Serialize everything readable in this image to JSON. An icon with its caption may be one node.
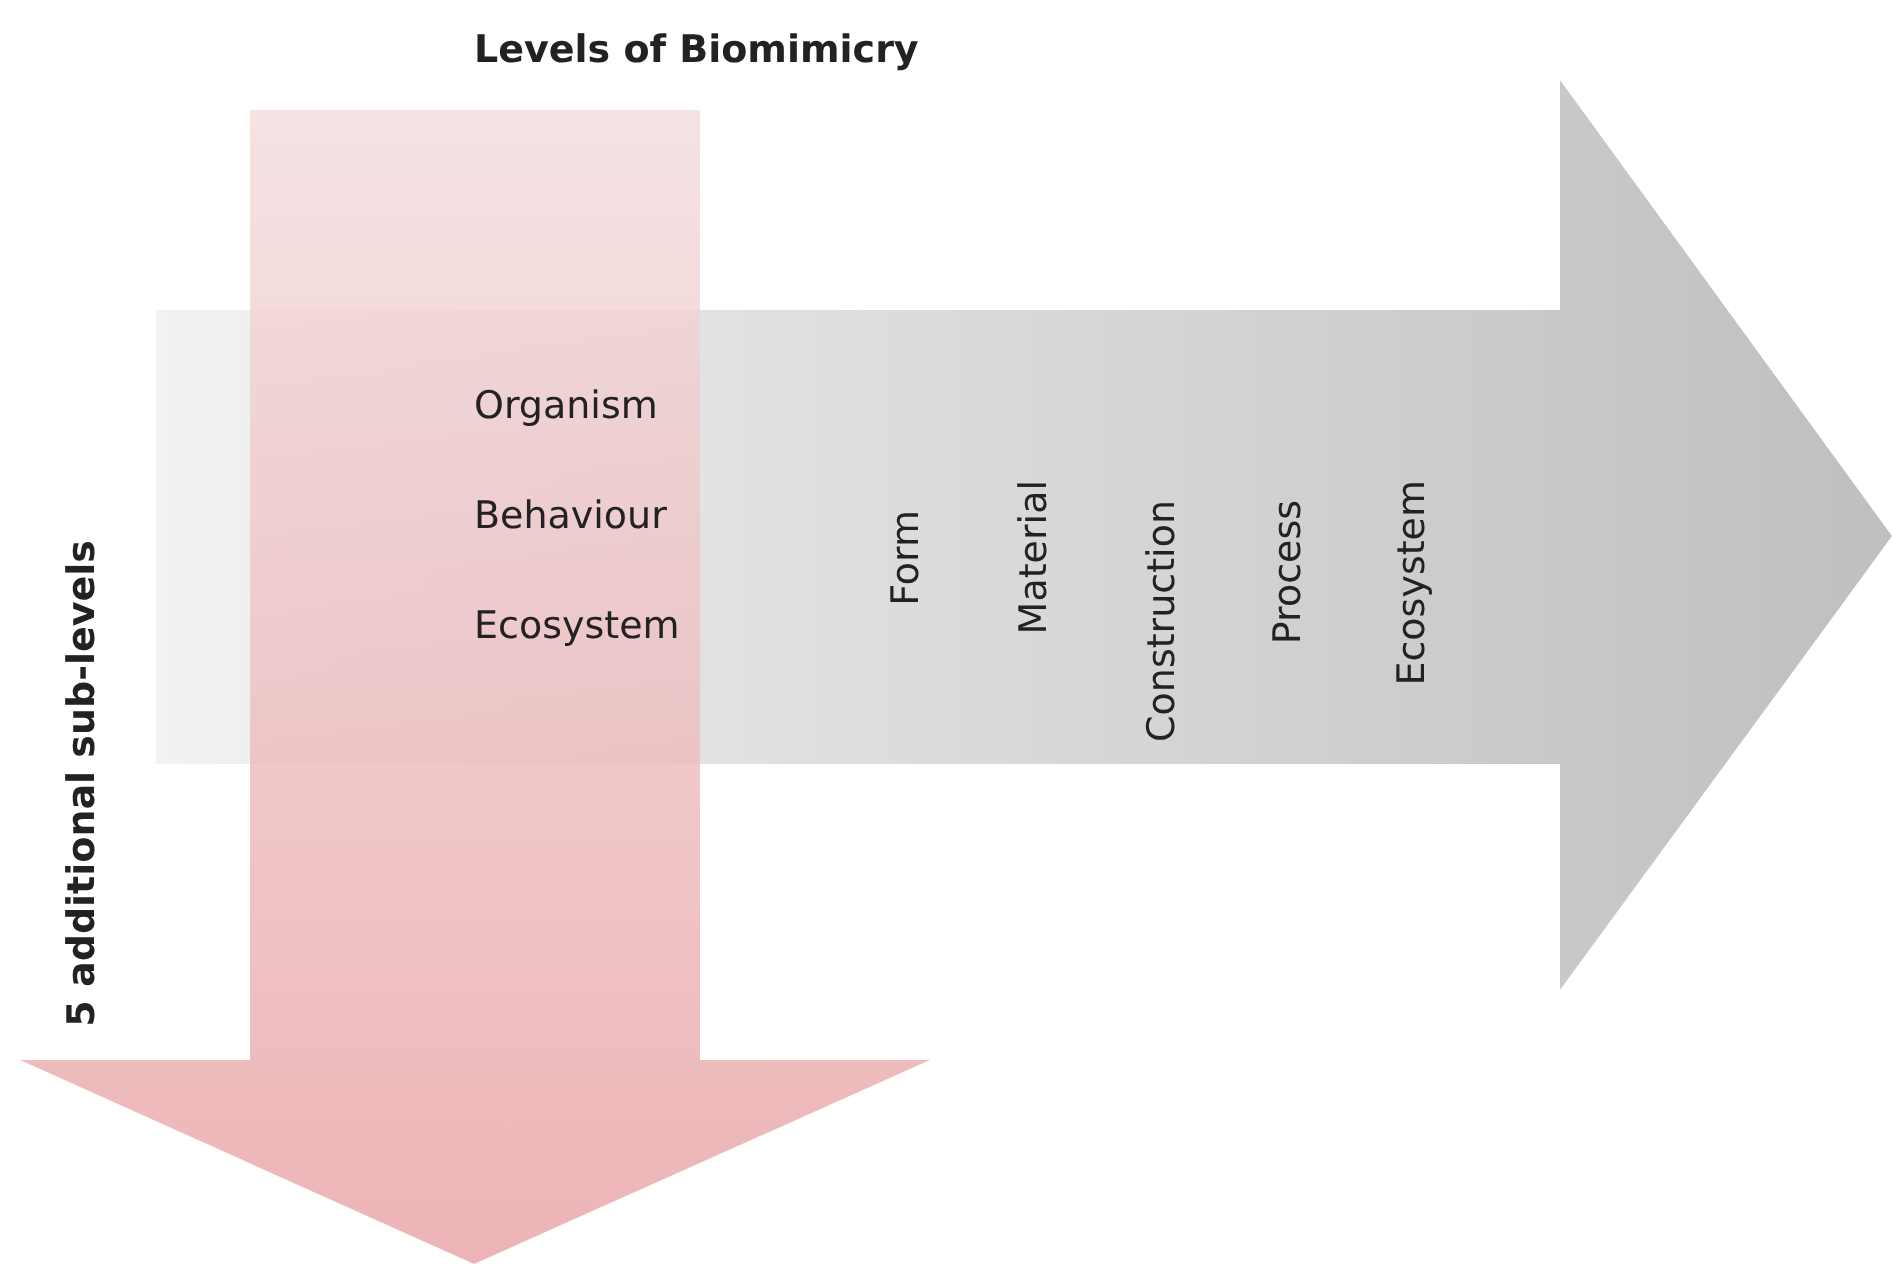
{
  "diagram": {
    "nodes": [
      {
        "text": [
          "5 additional sub-levels",
          "Form",
          "Material",
          "Construction",
          "Process",
          "Ecosystem"
        ]
      },
      {
        "text": [
          "Levels of Biomimicry",
          "Organism",
          "Behaviour",
          "Ecosystem"
        ]
      }
    ]
  }
}
